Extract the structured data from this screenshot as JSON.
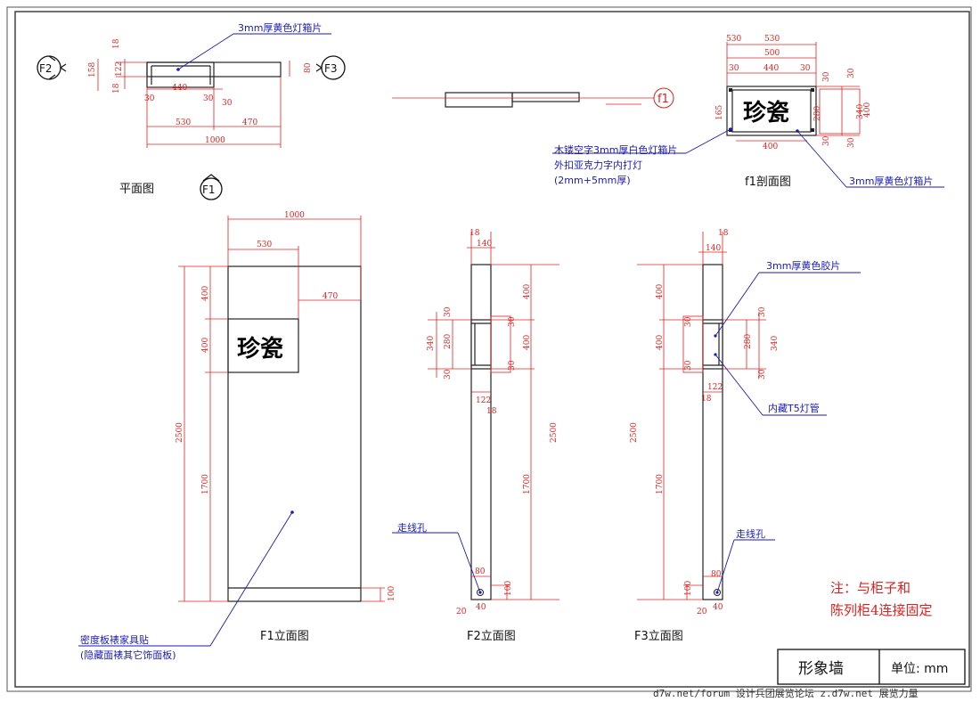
{
  "labels": {
    "yellow_sheet_top": "3mm厚黄色灯箱片",
    "white_sheet_1": "木镂空字3mm厚白色灯箱片",
    "white_sheet_2": "外扣亚克力字内打灯",
    "white_sheet_3": "(2mm+5mm厚)",
    "yellow_sheet_right": "3mm厚黄色灯箱片",
    "yellow_film": "3mm厚黄色胶片",
    "t5_tube": "内藏T5灯管",
    "wire_hole_f2": "走线孔",
    "wire_hole_f3": "走线孔",
    "density_board_1": "密度板裱家具贴",
    "density_board_2": "(隐藏面裱其它饰面板)"
  },
  "captions": {
    "plan": "平面图",
    "section_f1": "f1剖面图",
    "f1_elev": "F1立面图",
    "f2_elev": "F2立面图",
    "f3_elev": "F3立面图"
  },
  "markers": {
    "f1": "F1",
    "f2": "F2",
    "f3": "F3",
    "section": "f1"
  },
  "sign_text": "珍瓷",
  "note": {
    "line1": "注：与柜子和",
    "line2": "陈列柜4连接固定"
  },
  "title_block": {
    "title": "形象墙",
    "unit": "单位: mm"
  },
  "footer": "d7w.net/forum 设计兵团展览论坛    z.d7w.net 展览力量",
  "dims": {
    "plan": {
      "d18a": "18",
      "d158": "158",
      "d122": "122",
      "d18b": "18",
      "d80": "80",
      "d30a": "30",
      "d440": "440",
      "d30b": "30",
      "d30c": "30",
      "d530": "530",
      "d470": "470",
      "d1000": "1000"
    },
    "section": {
      "d530": "530",
      "d500": "500",
      "d30a": "30",
      "d440": "440",
      "d30b": "30",
      "d30r1": "30",
      "d30r2": "30",
      "d165": "165",
      "d280": "280",
      "d340": "340",
      "d400r": "400",
      "d400": "400",
      "d30r3": "30",
      "d30r4": "30"
    },
    "f1": {
      "d1000": "1000",
      "d530": "530",
      "d470": "470",
      "d400a": "400",
      "d400b": "400",
      "d2500": "2500",
      "d1700": "1700",
      "d100": "100"
    },
    "f2": {
      "d18": "18",
      "d140": "140",
      "d400a": "400",
      "d30a": "30",
      "d340": "340",
      "d280": "280",
      "d400b": "400",
      "d30b": "30",
      "d30c": "30",
      "d2500": "2500",
      "d122": "122",
      "d18b": "18",
      "d1700": "1700",
      "d80": "80",
      "d100": "100",
      "d20": "20",
      "d40": "40"
    },
    "f3": {
      "d18": "18",
      "d140": "140",
      "d400a": "400",
      "d400b": "400",
      "d30a": "30",
      "d280": "280",
      "d340": "340",
      "d30b": "30",
      "d2500": "2500",
      "d122": "122",
      "d18b": "18",
      "d1700": "1700",
      "d80": "80",
      "d100": "100",
      "d20": "20",
      "d40": "40"
    }
  }
}
